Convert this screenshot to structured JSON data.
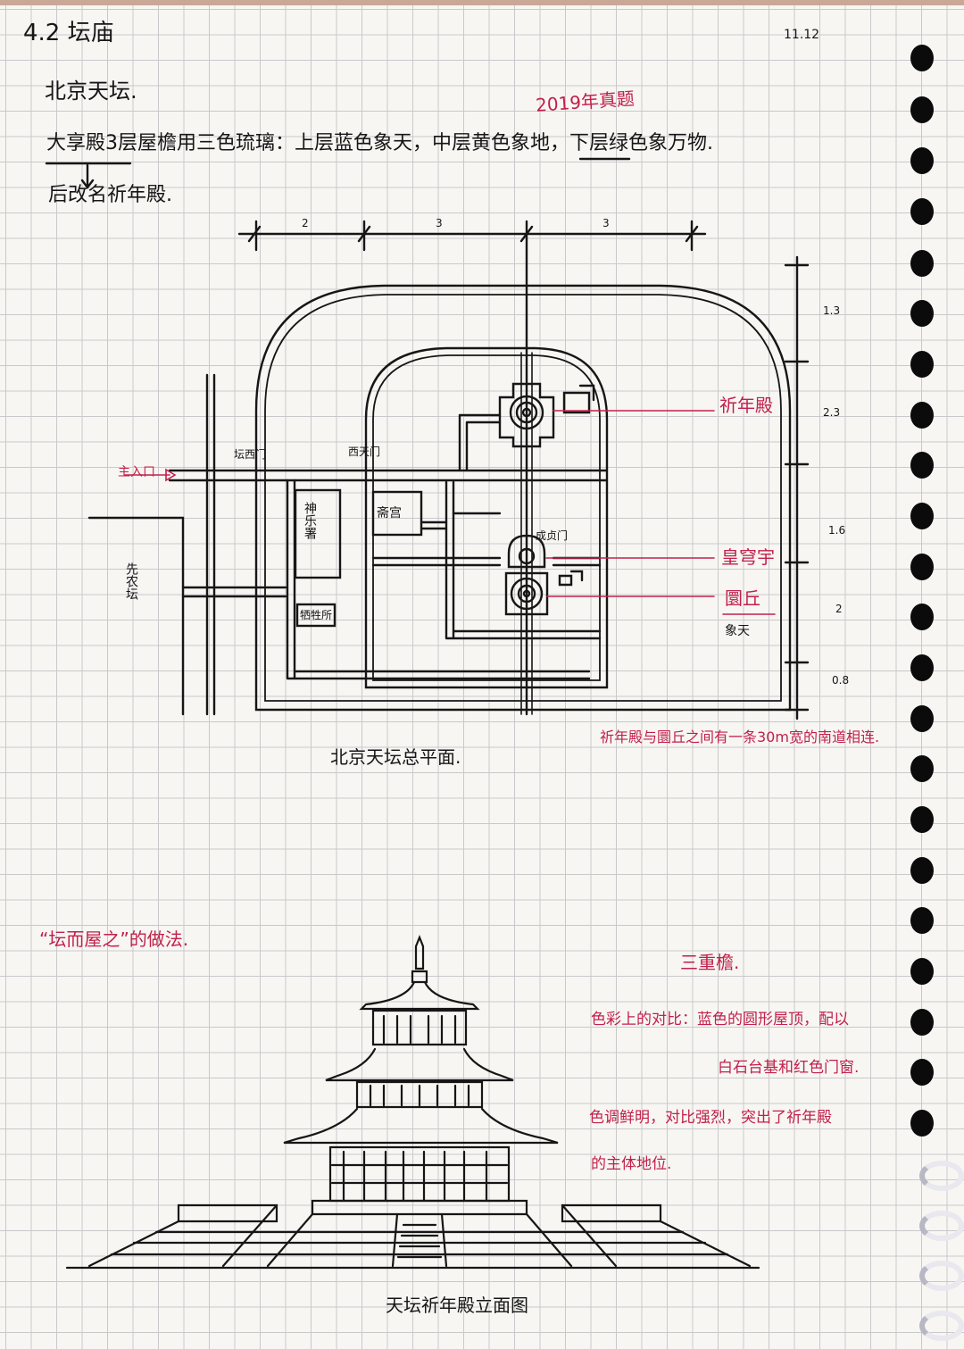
{
  "header": {
    "section": "4.2 坛庙",
    "date": "11.12"
  },
  "intro": {
    "topic": "北京天坛.",
    "exam_tag": "2019年真题",
    "note_line": "大享殿3层屋檐用三色琉璃：上层蓝色象天，中层黄色象地，下层绿色象万物.",
    "renamed": "后改名祈年殿."
  },
  "plan": {
    "dims_top": [
      "2",
      "3",
      "3"
    ],
    "dims_right": [
      "1.3",
      "2.3",
      "1.6",
      "2",
      "0.8"
    ],
    "labels": {
      "main_entrance": "主入口",
      "west_gate": "坛西门",
      "west_heaven_gate": "西天门",
      "shenyue": "神乐署",
      "zhaigong": "斋宫",
      "xisheng": "牺牲所",
      "xiannong": "先农坛",
      "chengzhen": "成贞门",
      "qinian": "祈年殿",
      "huangqiong": "皇穹宇",
      "yuanqiu": "圜丘",
      "xiangtian": "象天"
    },
    "note": "祈年殿与圜丘之间有一条30m宽的南道相连.",
    "caption": "北京天坛总平面."
  },
  "elevation": {
    "heading": "“坛而屋之”的做法.",
    "eaves": "三重檐.",
    "notes": [
      "色彩上的对比：蓝色的圆形屋顶，配以",
      "白石台基和红色门窗.",
      "色调鲜明，对比强烈，突出了祈年殿",
      "的主体地位."
    ],
    "caption": "天坛祈年殿立面图"
  },
  "colors": {
    "ink": "#161616",
    "red_ink": "#c2204a",
    "grid": "#c9c9cc",
    "paper": "#f7f6f3"
  }
}
